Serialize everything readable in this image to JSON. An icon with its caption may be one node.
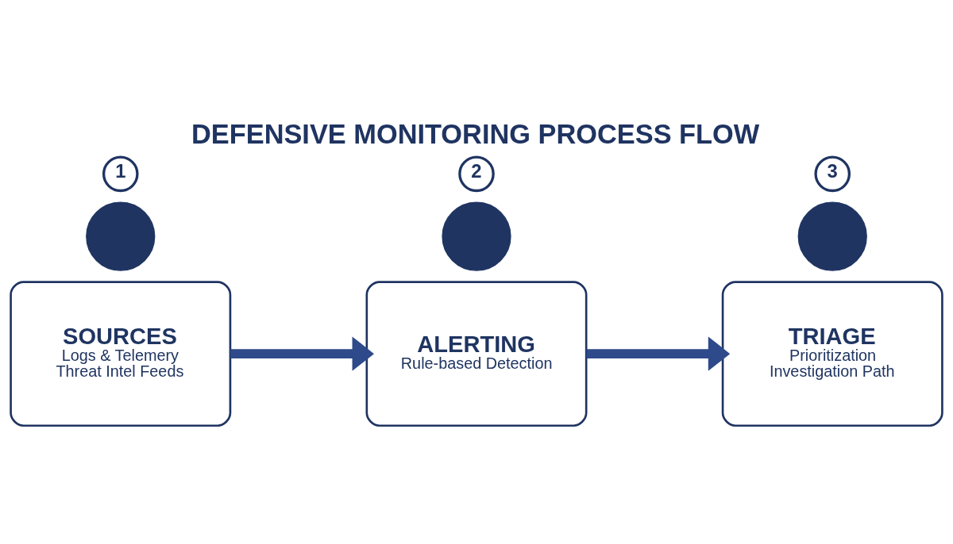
{
  "diagram": {
    "title": "DEFENSIVE MONITORING PROCESS FLOW",
    "nodes": [
      {
        "text": [
          "1"
        ]
      },
      {
        "text": [],
        "shape": "circle"
      },
      {
        "text": [
          "SOURCES",
          "Logs & Telemery",
          "Threat Intel Feeds"
        ]
      },
      {
        "text": [
          "2"
        ]
      },
      {
        "text": [],
        "shape": "circle"
      },
      {
        "text": [
          "ALERTING",
          "Rule-based Detection"
        ]
      },
      {
        "text": [
          "3"
        ]
      },
      {
        "text": [],
        "shape": "circle"
      },
      {
        "text": [
          "TRIAGE",
          "Prioritization",
          "Investigation Path"
        ]
      }
    ],
    "edges": [
      {
        "from": 2,
        "to": 5,
        "arrow": "to"
      },
      {
        "from": 5,
        "to": 8,
        "arrow": "to"
      }
    ]
  }
}
